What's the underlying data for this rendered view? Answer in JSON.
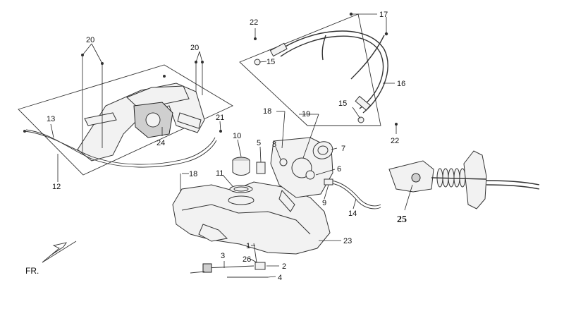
{
  "diagram": {
    "orientation_label": "FR.",
    "callouts": [
      {
        "id": "c1",
        "text": "1"
      },
      {
        "id": "c2",
        "text": "2"
      },
      {
        "id": "c3",
        "text": "3"
      },
      {
        "id": "c4",
        "text": "4"
      },
      {
        "id": "c5",
        "text": "5"
      },
      {
        "id": "c6",
        "text": "6"
      },
      {
        "id": "c7",
        "text": "7"
      },
      {
        "id": "c8",
        "text": "8"
      },
      {
        "id": "c9",
        "text": "9"
      },
      {
        "id": "c10",
        "text": "10"
      },
      {
        "id": "c11",
        "text": "11"
      },
      {
        "id": "c12",
        "text": "12"
      },
      {
        "id": "c13",
        "text": "13"
      },
      {
        "id": "c14",
        "text": "14"
      },
      {
        "id": "c15a",
        "text": "15"
      },
      {
        "id": "c15b",
        "text": "15"
      },
      {
        "id": "c16",
        "text": "16"
      },
      {
        "id": "c17",
        "text": "17"
      },
      {
        "id": "c18a",
        "text": "18"
      },
      {
        "id": "c18b",
        "text": "18"
      },
      {
        "id": "c19",
        "text": "19"
      },
      {
        "id": "c20a",
        "text": "20"
      },
      {
        "id": "c20b",
        "text": "20"
      },
      {
        "id": "c21",
        "text": "21"
      },
      {
        "id": "c22a",
        "text": "22"
      },
      {
        "id": "c22b",
        "text": "22"
      },
      {
        "id": "c23",
        "text": "23"
      },
      {
        "id": "c24",
        "text": "24"
      },
      {
        "id": "c25",
        "text": "25"
      },
      {
        "id": "c26",
        "text": "26"
      }
    ]
  }
}
